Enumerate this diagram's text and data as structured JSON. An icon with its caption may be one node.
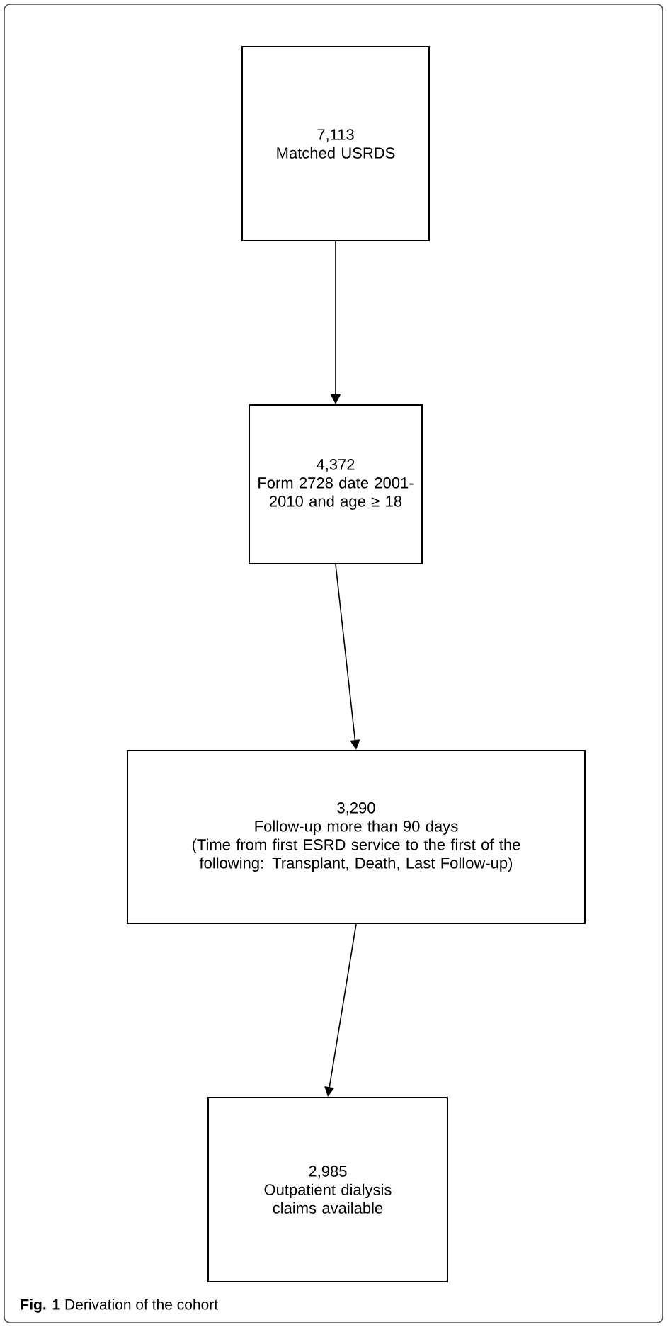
{
  "diagram": {
    "caption": "**Fig. 1** Derivation of the cohort",
    "nodes": [
      {
        "text": [
          "7,113",
          "Matched USRDS"
        ]
      },
      {
        "text": [
          "4,372",
          "Form 2728 date 2001-2010 and age ≥ 18"
        ]
      },
      {
        "text": [
          "3,290",
          "Follow-up more than 90 days",
          "(Time from first ESRD service to the first of the following: Transplant, Death, Last Follow-up)"
        ]
      },
      {
        "text": [
          "2,985",
          "Outpatient dialysis claims available"
        ]
      }
    ],
    "edges": [
      {
        "from": 0,
        "to": 1,
        "arrow": "to"
      },
      {
        "from": 1,
        "to": 2,
        "arrow": "to"
      },
      {
        "from": 2,
        "to": 3,
        "arrow": "to"
      }
    ]
  }
}
